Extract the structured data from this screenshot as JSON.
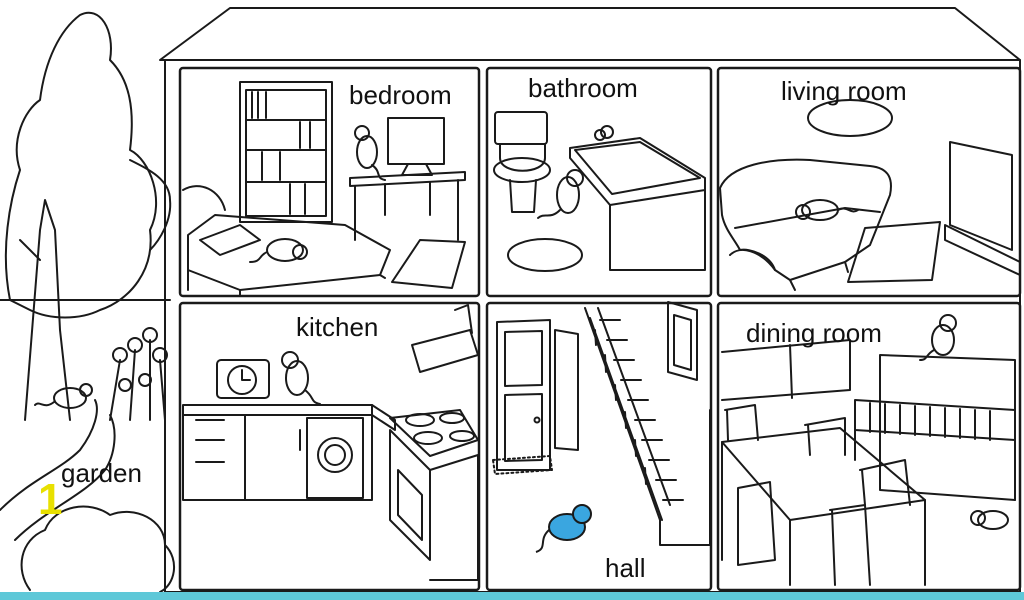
{
  "rooms": {
    "bedroom": "bedroom",
    "bathroom": "bathroom",
    "living_room": "living room",
    "kitchen": "kitchen",
    "hall": "hall",
    "dining_room": "dining room",
    "garden": "garden"
  },
  "corner_number": "1",
  "colors": {
    "line": "#1a1a1a",
    "highlight_mouse": "#3aa6e0",
    "corner_number": "#e8e000",
    "bottom_strip": "#5ec8d8"
  },
  "icons": [
    "mouse-icon",
    "clock-icon",
    "tv-icon",
    "bed-icon",
    "bookshelf-icon",
    "toilet-icon",
    "bathtub-icon",
    "sofa-icon",
    "stove-icon",
    "washing-machine-icon",
    "staircase-icon",
    "door-icon",
    "piano-icon",
    "dining-table-icon",
    "tree-icon"
  ]
}
